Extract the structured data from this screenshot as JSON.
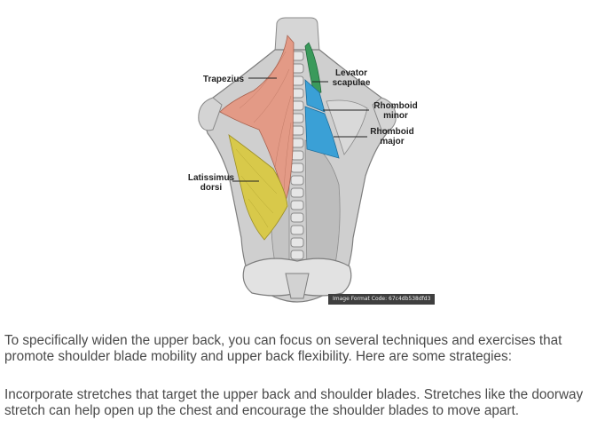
{
  "figure": {
    "labels": {
      "trapezius": "Trapezius",
      "levator_line1": "Levator",
      "levator_line2": "scapulae",
      "rhomboid_minor_line1": "Rhomboid",
      "rhomboid_minor_line2": "minor",
      "rhomboid_major_line1": "Rhomboid",
      "rhomboid_major_line2": "major",
      "latissimus_line1": "Latissimus",
      "latissimus_line2": "dorsi"
    },
    "image_code": "Image Format Code: 67c4db538dfd3",
    "colors": {
      "trapezius": "#e39a86",
      "levator_scapulae": "#3a9a5b",
      "rhomboid": "#3aa0d6",
      "latissimus": "#d8c94a",
      "muscle_gray": "#c8c8c8"
    }
  },
  "article": {
    "paragraph_1": "To specifically widen the upper back, you can focus on several techniques and exercises that promote shoulder blade mobility and upper back flexibility. Here are some strategies:",
    "paragraph_2": "Incorporate stretches that target the upper back and shoulder blades. Stretches like the doorway stretch can help open up the chest and encourage the shoulder blades to move apart."
  }
}
